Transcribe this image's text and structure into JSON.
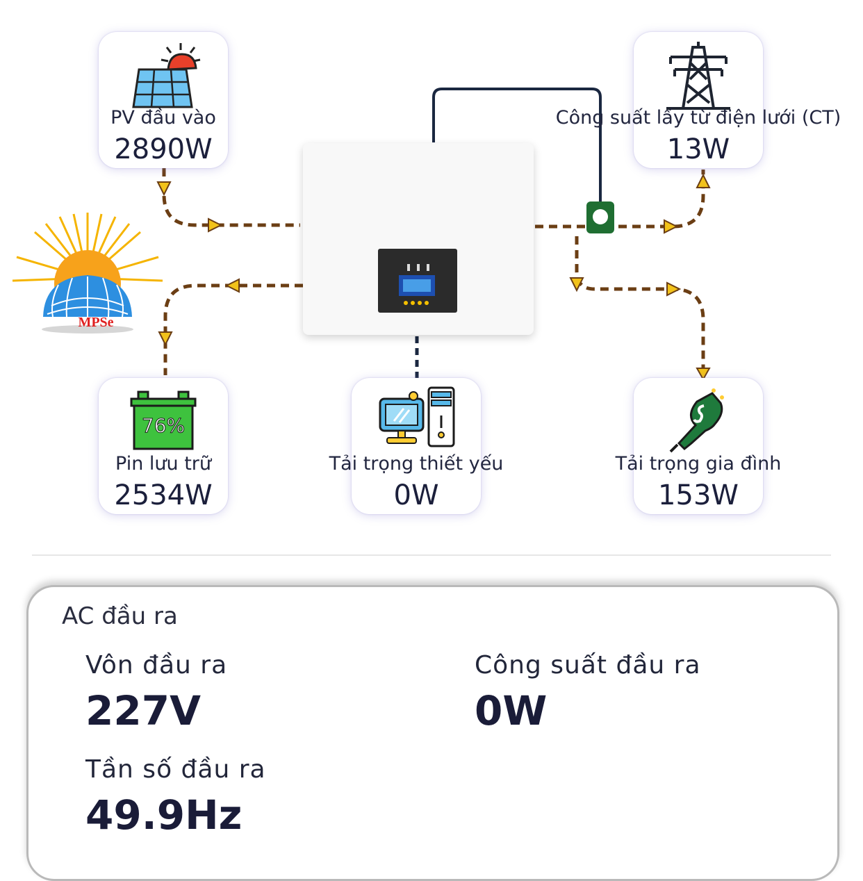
{
  "brand": {
    "logo_text": "MPSe"
  },
  "colors": {
    "flow": "#6b3e14",
    "line": "#1a2740",
    "battery_green": "#3ec23e",
    "ct_green": "#1f6e32",
    "panel_border": "#b9b9b9"
  },
  "nodes": {
    "pv": {
      "label": "PV đầu vào",
      "value": "2890W",
      "icon": "solar-panel-icon"
    },
    "grid": {
      "label": "Công suất lấy từ điện lưới (CT)",
      "value": "13W",
      "icon": "power-tower-icon"
    },
    "battery": {
      "label": "Pin lưu trữ",
      "value": "2534W",
      "level_text": "76%",
      "level": 0.76,
      "icon": "battery-icon"
    },
    "essential": {
      "label": "Tải trọng thiết yếu",
      "value": "0W",
      "icon": "computer-icon"
    },
    "home": {
      "label": "Tải trọng gia đình",
      "value": "153W",
      "icon": "plug-icon"
    }
  },
  "ac_output": {
    "title": "AC đầu ra",
    "voltage": {
      "label": "Vôn đầu ra",
      "value": "227V"
    },
    "power": {
      "label": "Công suất đầu ra",
      "value": "0W"
    },
    "frequency": {
      "label": "Tần số đầu ra",
      "value": "49.9Hz"
    }
  }
}
